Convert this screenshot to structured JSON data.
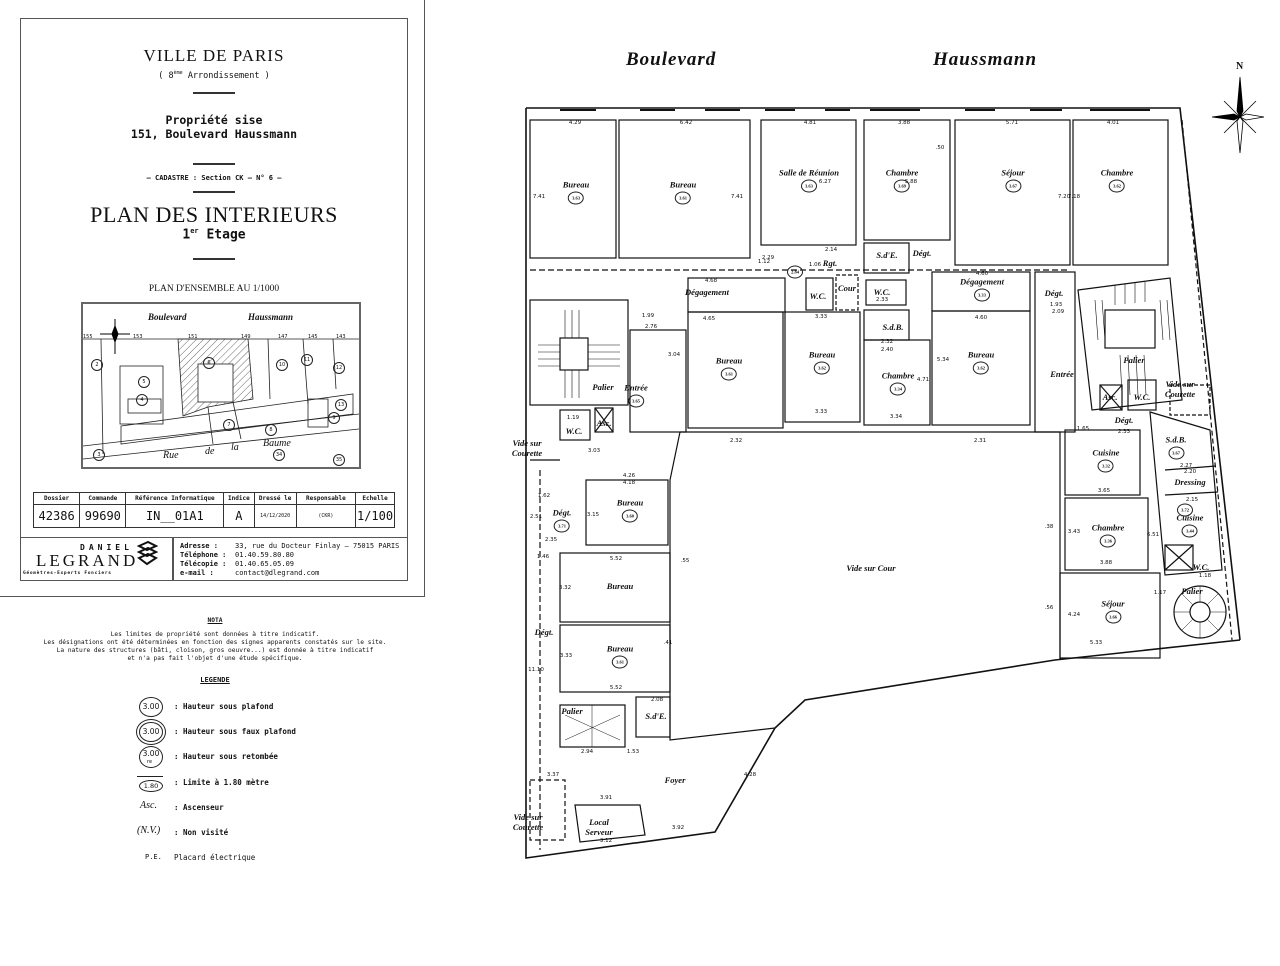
{
  "title_block": {
    "city": "VILLE  DE  PARIS",
    "arrondissement_num": "8",
    "arrondissement_sup": "ème",
    "arrondissement_text": "Arrondissement",
    "property_line1": "Propriété sise",
    "property_line2": "151, Boulevard Haussmann",
    "cadastre": "– CADASTRE : Section CK – N° 6 –",
    "plan_title": "PLAN DES INTERIEURS",
    "floor_num": "1",
    "floor_sup": "er",
    "floor_text": "Etage",
    "overview_title": "PLAN D'ENSEMBLE AU 1/1000"
  },
  "mini_plan": {
    "street_top_1": "Boulevard",
    "street_top_2": "Haussmann",
    "street_bottom": [
      "Rue",
      "de",
      "la",
      "Baume"
    ],
    "street_numbers": [
      "155",
      "153",
      "151",
      "149",
      "147",
      "145",
      "143"
    ],
    "parcels": [
      "2",
      "5",
      "6",
      "4",
      "7",
      "8",
      "9",
      "10",
      "11",
      "12",
      "13",
      "3",
      "34",
      "35"
    ]
  },
  "info_table": {
    "headers": [
      "Dossier",
      "Commande",
      "Référence Informatique",
      "Indice",
      "Dressé le",
      "Responsable",
      "Echelle"
    ],
    "values": [
      "42386",
      "99690",
      "IN__01A1",
      "A",
      "14/12/2020",
      "(CKR)",
      "1/100"
    ]
  },
  "company": {
    "name_top": "DANIEL",
    "name": "LEGRAND",
    "tagline": "Géomètres-Experts Fonciers",
    "contacts": [
      {
        "label": "Adresse :",
        "value": "33, rue du Docteur Finlay – 75015 PARIS"
      },
      {
        "label": "Téléphone :",
        "value": "01.40.59.80.80"
      },
      {
        "label": "Télécopie :",
        "value": "01.40.65.05.09"
      },
      {
        "label": "e-mail :",
        "value": "contact@dlegrand.com"
      }
    ]
  },
  "nota": {
    "title": "NOTA",
    "lines": [
      "Les limites de propriété sont données à titre indicatif.",
      "Les désignations ont été déterminées en fonction des signes apparents constatés sur le site.",
      "La nature des structures (bâti, cloison, gros oeuvre...) est donnée à titre indicatif",
      "et n'a pas fait l'objet d'une étude spécifique."
    ]
  },
  "legend": {
    "title": "LEGENDE",
    "items": [
      {
        "symbol": "3.00",
        "label": ": Hauteur sous plafond"
      },
      {
        "symbol": "3.00",
        "label": ": Hauteur sous faux plafond"
      },
      {
        "symbol": "3.00",
        "sub": "re",
        "label": ": Hauteur sous retombée"
      },
      {
        "symbol": "1.80",
        "label": ": Limite à 1.80 mètre"
      },
      {
        "symbol": "Asc.",
        "label": ": Ascenseur"
      },
      {
        "symbol": "(N.V.)",
        "label": ": Non visité"
      },
      {
        "symbol": "P.E.",
        "label": "Placard électrique"
      }
    ]
  },
  "plan": {
    "street_1": "Boulevard",
    "street_2": "Haussmann",
    "north": "N",
    "rooms": [
      {
        "name": "Bureau",
        "height": "3.63"
      },
      {
        "name": "Bureau",
        "height": "3.61"
      },
      {
        "name": "Salle de Réunion",
        "height": "3.63"
      },
      {
        "name": "Chambre",
        "height": "3.69"
      },
      {
        "name": "Séjour",
        "height": "3.67"
      },
      {
        "name": "Chambre",
        "height": "3.62"
      },
      {
        "name": "Dégagement"
      },
      {
        "name": "Dégagement",
        "height": "3.33"
      },
      {
        "name": "Bureau",
        "height": "3.61"
      },
      {
        "name": "Bureau",
        "height": "3.62"
      },
      {
        "name": "Chambre",
        "height": "3.34"
      },
      {
        "name": "Bureau",
        "height": "3.62"
      },
      {
        "name": "Entrée",
        "height": "3.65"
      },
      {
        "name": "Palier"
      },
      {
        "name": "Entrée"
      },
      {
        "name": "Palier"
      },
      {
        "name": "S.d'E."
      },
      {
        "name": "Dégt."
      },
      {
        "name": "W.C."
      },
      {
        "name": "Cour"
      },
      {
        "name": "S.d.B."
      },
      {
        "name": "W.C."
      },
      {
        "name": "Rgt."
      },
      {
        "name": "Dégt."
      },
      {
        "name": "Vide sur Courette"
      },
      {
        "name": "Vide sur Courette"
      },
      {
        "name": "W.C."
      },
      {
        "name": "Asc."
      },
      {
        "name": "Dégt.",
        "height": "3.71"
      },
      {
        "name": "Bureau",
        "height": "3.60"
      },
      {
        "name": "Bureau"
      },
      {
        "name": "Bureau",
        "height": "3.61"
      },
      {
        "name": "Dégt."
      },
      {
        "name": "Palier"
      },
      {
        "name": "S.d'E."
      },
      {
        "name": "Foyer"
      },
      {
        "name": "Local Serveur"
      },
      {
        "name": "Vide sur Courette"
      },
      {
        "name": "Vide sur Cour"
      },
      {
        "name": "Cuisine",
        "height": "3.32"
      },
      {
        "name": "Chambre",
        "height": "3.36"
      },
      {
        "name": "Séjour",
        "height": "3.66"
      },
      {
        "name": "S.d.B.",
        "height": "3.67"
      },
      {
        "name": "Dressing"
      },
      {
        "name": "Cuisine",
        "height": "3.44"
      },
      {
        "name": "W.C."
      },
      {
        "name": "Palier"
      },
      {
        "name": "Dégt."
      },
      {
        "name": "Asc."
      },
      {
        "name": "W.C."
      },
      {
        "name": "",
        "height": "2.84"
      },
      {
        "name": "",
        "height": "3.72"
      }
    ],
    "dimensions": [
      "4.29",
      "6.42",
      "4.81",
      "3.88",
      "5.71",
      "4.01",
      "7.41",
      "7.41",
      "6.27",
      "5.88",
      "7.20",
      "7.18",
      "4.68",
      "4.65",
      "3.33",
      "3.33",
      "4.60",
      "4.60",
      "5.34",
      "4.71",
      "3.34",
      "2.32",
      "2.31",
      "1.99",
      "2.76",
      "3.04",
      "2.29",
      "2.14",
      "1.12",
      "1.06",
      "2.33",
      "2.32",
      "2.40",
      "1.19",
      "3.03",
      "4.26",
      "4.18",
      "3.15",
      "5.52",
      "5.52",
      "3.32",
      "3.33",
      "11.10",
      "2.94",
      "1.53",
      "2.08",
      "3.37",
      "3.91",
      "3.12",
      "3.92",
      "4.28",
      "1.62",
      "2.51",
      "2.35",
      "1.46",
      "3.65",
      "3.88",
      "5.33",
      "3.43",
      "4.24",
      "6.51",
      "2.33",
      "1.65",
      "1.93",
      "2.09",
      "2.27",
      "2.20",
      "2.15",
      "1.17",
      "1.18",
      ".55",
      ".41",
      ".38",
      ".56",
      ".50"
    ]
  }
}
